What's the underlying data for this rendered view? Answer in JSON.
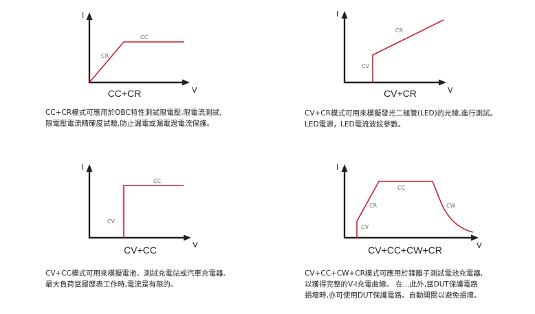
{
  "diagrams": [
    {
      "title": "CC+CR",
      "y_label": "I",
      "x_label": "V",
      "segment_labels": [
        "CR",
        "CC"
      ],
      "description": [
        "CC+CR模式可應用於OBC特性測試限電壓,限電流測試,",
        "限電壓電流精確度試驗,防止漏電或漏電過電流保護。"
      ]
    },
    {
      "title": "CV+CR",
      "y_label": "I",
      "x_label": "V",
      "segment_labels": [
        "CR",
        "CV"
      ],
      "description": [
        "CV+CR模式可用來模擬發光二極管(LED)的光線,進行測試。",
        "LED電源，LED電流波紋參數。"
      ]
    },
    {
      "title": "CV+CC",
      "y_label": "I",
      "x_label": "V",
      "segment_labels": [
        "CC",
        "CV"
      ],
      "description": [
        "CV+CC模式可用來模擬電池、測試充電站或汽車充電器,",
        "最大負荷當履歷表工作時,電流是有限的。"
      ]
    },
    {
      "title": "CV+CC+CW+CR",
      "y_label": "I",
      "x_label": "V",
      "segment_labels": [
        "CC",
        "CR",
        "CW",
        "CV"
      ],
      "description": [
        "CV+CC+CW+CR模式可應用於鋰離子測試電池充電器,",
        "以獲得完整的V-I充電曲線。 在...此外,當DUT保護電路",
        "損壞時,亦可使用DUT保護電路。自動開關以避免損壞。"
      ]
    }
  ]
}
